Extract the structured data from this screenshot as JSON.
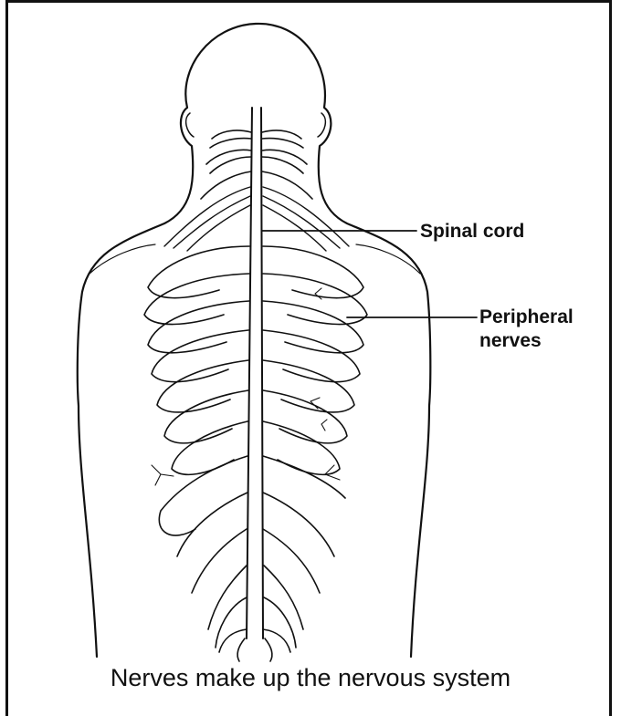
{
  "labels": {
    "spinal_cord": "Spinal cord",
    "peripheral_line1": "Peripheral",
    "peripheral_line2": "nerves"
  },
  "caption": "Nerves make up the nervous system"
}
